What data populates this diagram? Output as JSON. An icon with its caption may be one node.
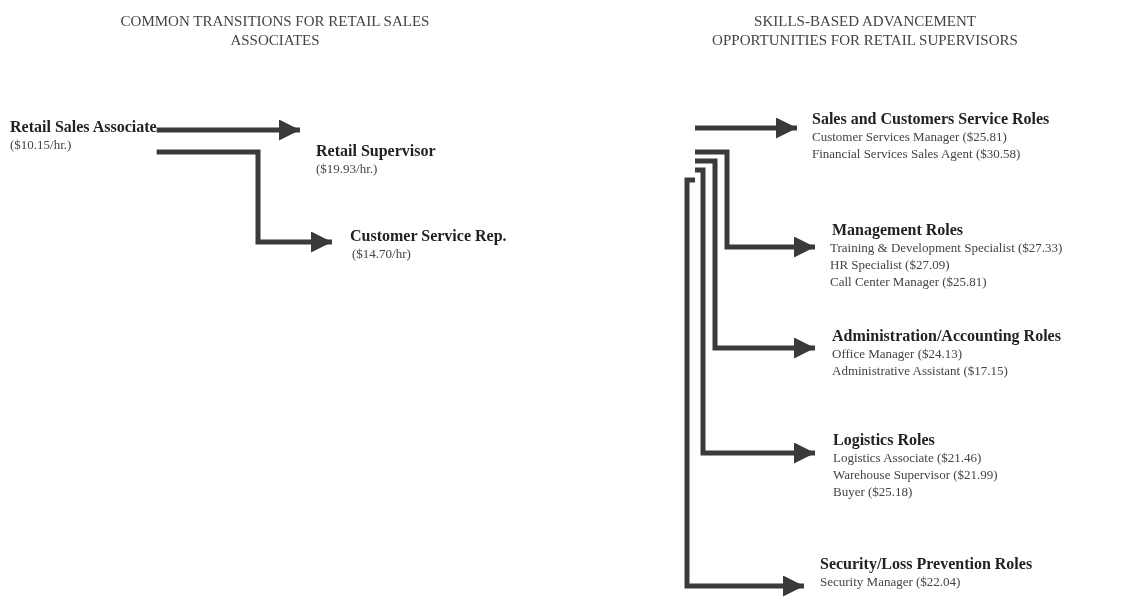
{
  "diagram": {
    "nodes": [
      {
        "text": [
          "Retail Sales Associate",
          "($10.15/hr.)"
        ]
      },
      {
        "text": [
          "Retail Supervisor",
          "($19.93/hr.)"
        ]
      },
      {
        "text": [
          "Customer Service Rep.",
          "($14.70/hr)"
        ]
      },
      {
        "text": [
          "Sales and Customers Service Roles",
          "Customer Services Manager ($25.81)",
          "Financial Services Sales Agent ($30.58)"
        ]
      },
      {
        "text": [
          "Management Roles",
          "Training & Development Specialist ($27.33)",
          "HR Specialist ($27.09)",
          "Call Center Manager ($25.81)"
        ]
      },
      {
        "text": [
          "Administration/Accounting Roles",
          "Office Manager ($24.13)",
          "Administrative Assistant ($17.15)"
        ]
      },
      {
        "text": [
          "Logistics Roles",
          "Logistics Associate ($21.46)",
          "Warehouse Supervisor ($21.99)",
          "Buyer ($25.18)"
        ]
      },
      {
        "text": [
          "Security/Loss Prevention Roles",
          "Security Manager ($22.04)"
        ]
      }
    ],
    "edges": [
      {
        "from": 0,
        "to": 1,
        "arrow": "to"
      },
      {
        "from": 0,
        "to": 2,
        "arrow": "to"
      },
      {
        "from": null,
        "to": 3,
        "arrow": "to"
      },
      {
        "from": null,
        "to": 4,
        "arrow": "to"
      },
      {
        "from": null,
        "to": 5,
        "arrow": "to"
      },
      {
        "from": null,
        "to": 6,
        "arrow": "to"
      },
      {
        "from": null,
        "to": 7,
        "arrow": "to"
      }
    ],
    "labels": [
      "COMMON TRANSITIONS FOR RETAIL SALES ASSOCIATES",
      "SKILLS-BASED ADVANCEMENT OPPORTUNITIES FOR RETAIL SUPERVISORS"
    ]
  }
}
